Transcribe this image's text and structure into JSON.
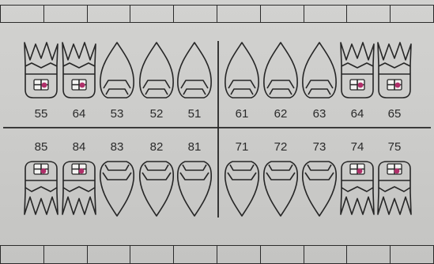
{
  "upper_row": {
    "numbers": [
      "55",
      "64",
      "53",
      "52",
      "51",
      "61",
      "62",
      "63",
      "64",
      "65"
    ],
    "tooth_types": [
      "molar",
      "molar",
      "incisor",
      "incisor",
      "incisor",
      "incisor",
      "incisor",
      "incisor",
      "molar",
      "molar"
    ],
    "marked": [
      true,
      true,
      false,
      false,
      false,
      false,
      false,
      false,
      true,
      true
    ]
  },
  "lower_row": {
    "numbers": [
      "85",
      "84",
      "83",
      "82",
      "81",
      "71",
      "72",
      "73",
      "74",
      "75"
    ],
    "tooth_types": [
      "molar",
      "molar",
      "incisor",
      "incisor",
      "incisor",
      "incisor",
      "incisor",
      "incisor",
      "molar",
      "molar"
    ],
    "marked": [
      true,
      true,
      false,
      false,
      false,
      false,
      false,
      false,
      true,
      true
    ]
  },
  "colors": {
    "ink": "#262626",
    "mark": "#b0306a",
    "paper": "#d0d0ce"
  },
  "top_boxes_count": 10,
  "bottom_boxes_count": 10
}
